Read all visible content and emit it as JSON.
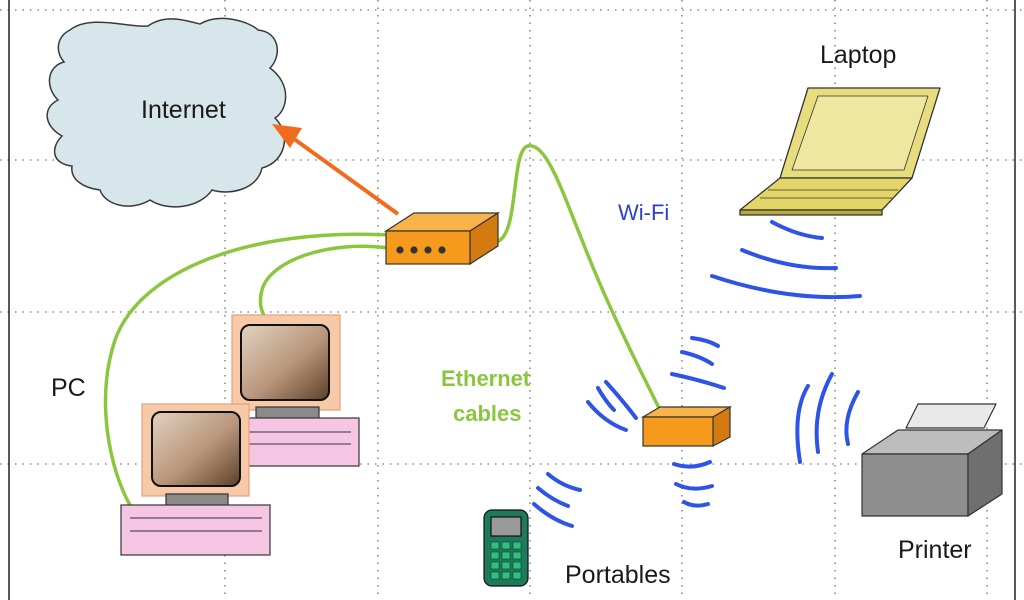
{
  "labels": {
    "internet": "Internet",
    "laptop": "Laptop",
    "wifi": "Wi-Fi",
    "pc": "PC",
    "ethernet_line1": "Ethernet",
    "ethernet_line2": "cables",
    "portables": "Portables",
    "printer": "Printer"
  },
  "colors": {
    "grid": "#8a8a8a",
    "cloud_fill": "#d6e6ea",
    "cloud_stroke": "#3a3a3a",
    "arrow": "#f26a1b",
    "device_orange": "#f59a1c",
    "cable": "#8cc63f",
    "wifi_waves": "#2e54e6",
    "laptop_fill": "#e8dd7e",
    "pc_frame": "#f6c9a8",
    "pc_keyboard": "#f4c6e4",
    "printer_gray": "#8e8e8e",
    "phone_green": "#1e7a5a"
  }
}
